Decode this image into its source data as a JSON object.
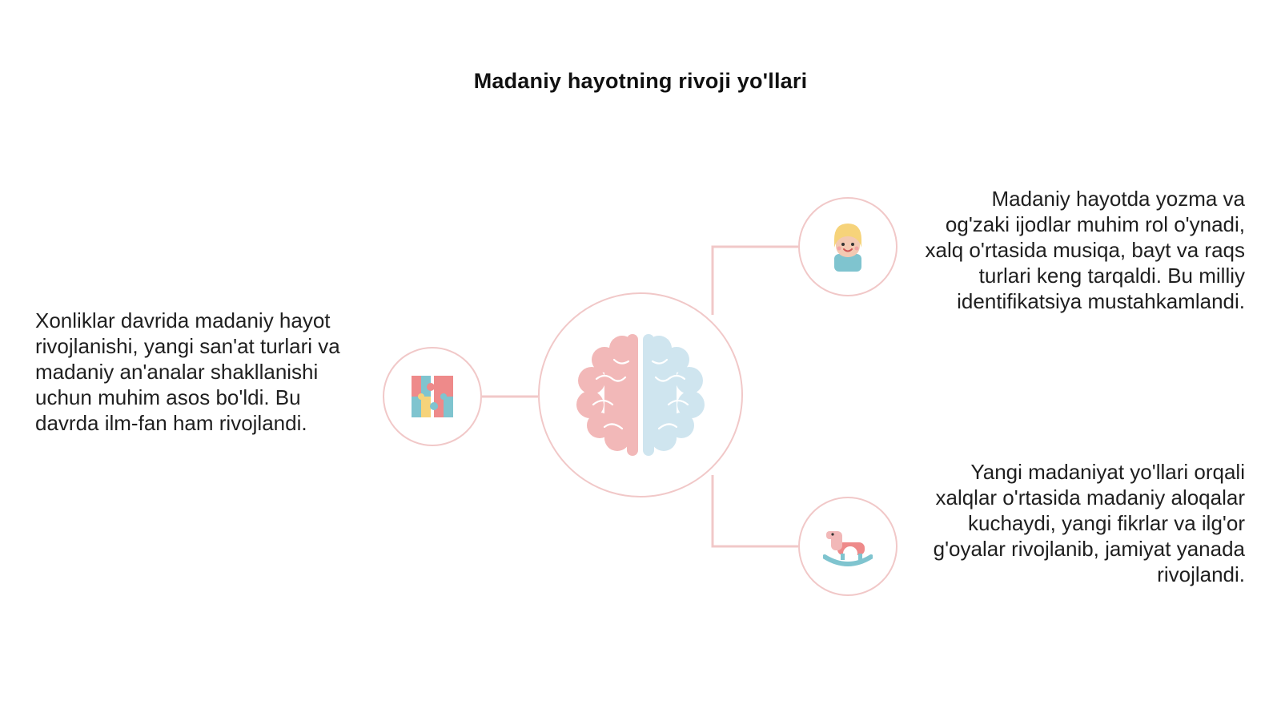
{
  "title": "Madaniy hayotning rivoji yo'llari",
  "colors": {
    "connector": "#f1c8c8",
    "brain_left": "#f2b8b8",
    "brain_right": "#cfe5ef",
    "accent_teal": "#7fc4cf",
    "accent_coral": "#ee8a8a",
    "accent_yellow": "#f6d37a"
  },
  "center": {
    "icon": "brain-icon"
  },
  "nodes": [
    {
      "id": "left",
      "icon": "puzzle-icon",
      "text": "Xonliklar davrida madaniy hayot rivojlanishi, yangi san'at turlari va madaniy an'analar shakllanishi uchun muhim asos bo'ldi. Bu davrda ilm-fan ham rivojlandi."
    },
    {
      "id": "top",
      "icon": "child-face-icon",
      "text": "Madaniy hayotda yozma va og'zaki ijodlar muhim rol o'ynadi, xalq o'rtasida musiqa, bayt va raqs turlari keng tarqaldi. Bu milliy identifikatsiya mustahkamlandi."
    },
    {
      "id": "bottom",
      "icon": "rocking-horse-icon",
      "text": "Yangi madaniyat yo'llari orqali xalqlar o'rtasida madaniy aloqalar kuchaydi, yangi fikrlar va ilg'or g'oyalar rivojlanib, jamiyat yanada rivojlandi."
    }
  ]
}
